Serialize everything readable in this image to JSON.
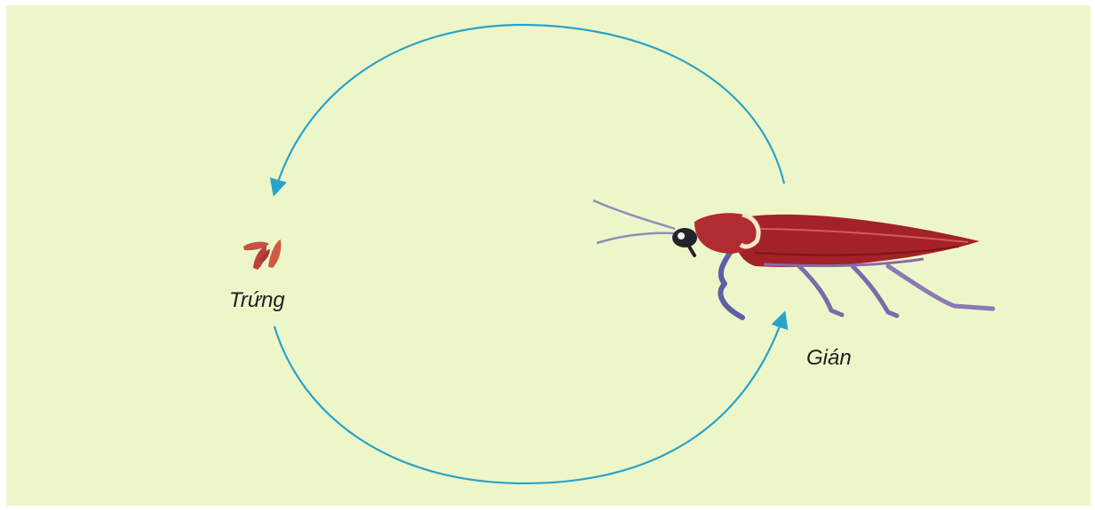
{
  "diagram": {
    "type": "life-cycle",
    "stages": [
      {
        "id": "egg",
        "label": "Trứng",
        "icon": "eggs-icon"
      },
      {
        "id": "adult",
        "label": "Gián",
        "icon": "cockroach-icon"
      }
    ],
    "transitions": [
      {
        "from": "adult",
        "to": "egg",
        "path": "top-arc"
      },
      {
        "from": "egg",
        "to": "adult",
        "path": "bottom-arc"
      }
    ],
    "colors": {
      "background": "#edf6c9",
      "arrow": "#29a3c9",
      "insect_body": "#a3222a",
      "eggs": "#c8503c",
      "label_text": "#1e1e1e"
    }
  }
}
